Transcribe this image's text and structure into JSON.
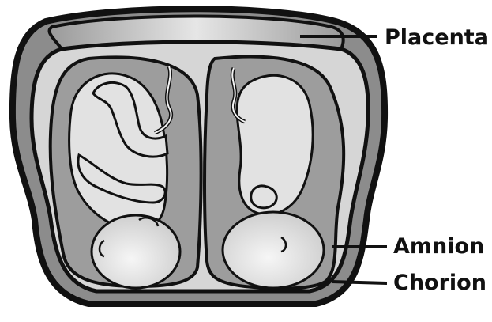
{
  "labels": {
    "placenta": "Placenta",
    "amnion": "Amnion",
    "chorion": "Chorion"
  },
  "colors": {
    "outline": "#111111",
    "placenta_fill": "#9a9a9a",
    "placenta_highlight": "#e6e6e6",
    "chorion_fill": "#8c8c8c",
    "cavity_fill": "#d6d6d6",
    "amnion_fill": "#9d9d9d",
    "fetus_fill": "#e2e2e2",
    "fetus_highlight": "#f4f4f4"
  }
}
